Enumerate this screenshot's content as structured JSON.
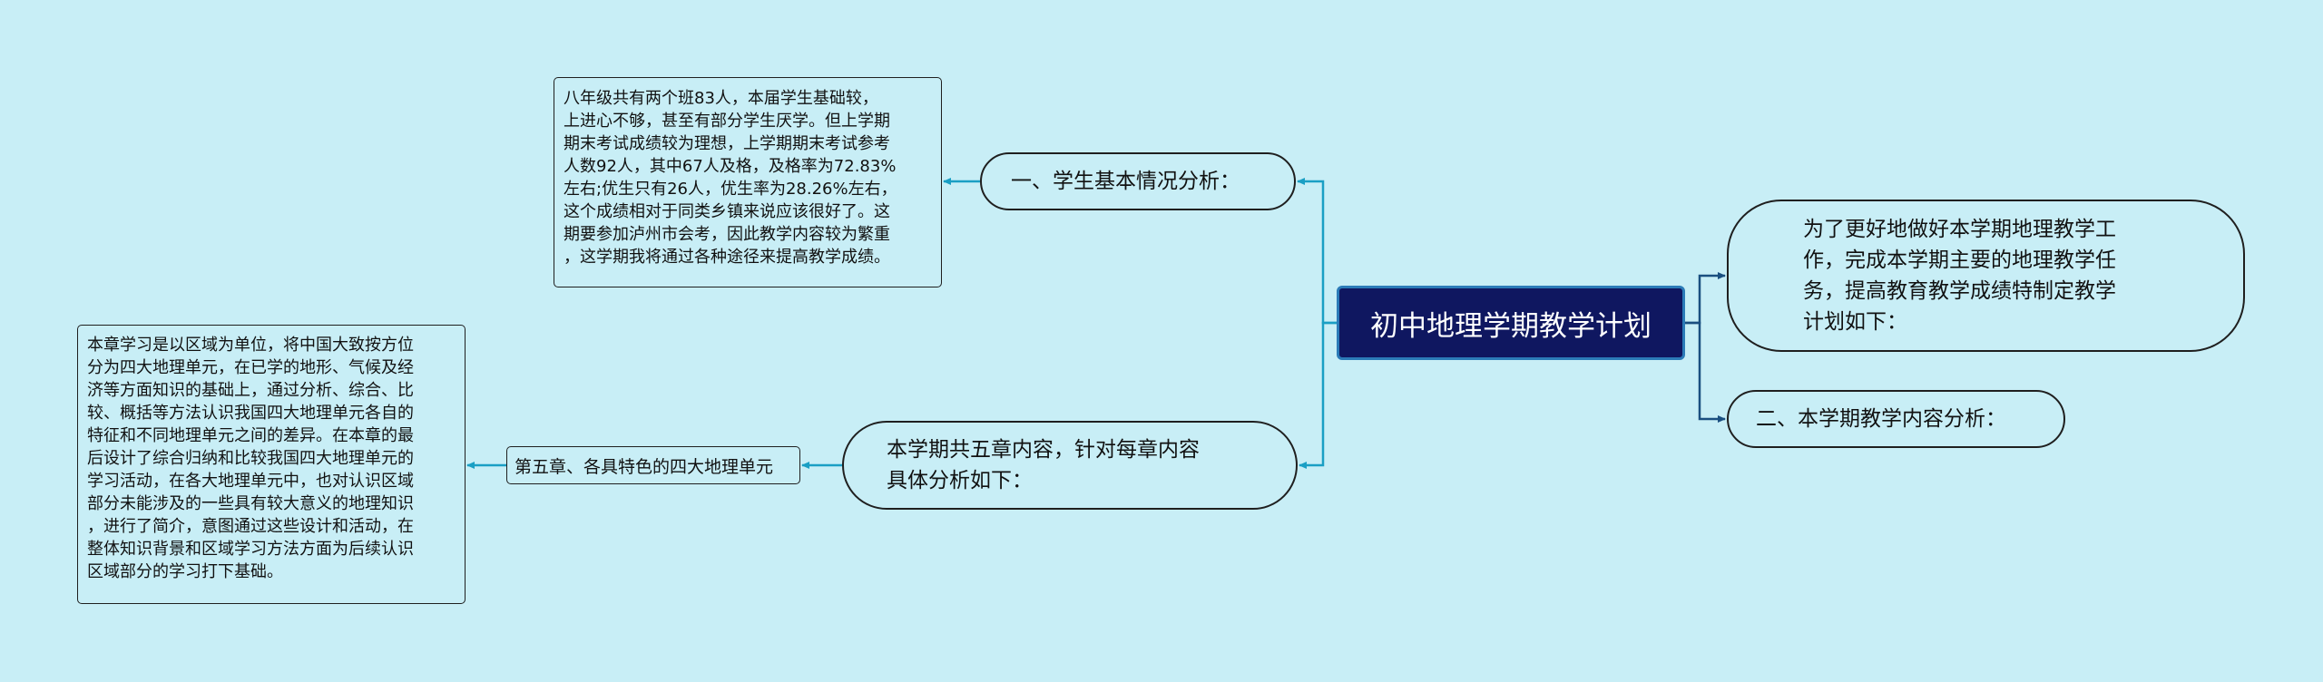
{
  "mindmap": {
    "root": "初中地理学期教学计划",
    "right": {
      "intro": "为了更好地做好本学期地理教学工\n作，完成本学期主要的地理教学任\n务，提高教育教学成绩特制定教学\n计划如下：",
      "content_analysis": "二、本学期教学内容分析："
    },
    "left": {
      "students": "一、学生基本情况分析：",
      "students_detail": "八年级共有两个班83人，本届学生基础较，\n上进心不够，甚至有部分学生厌学。但上学期\n期末考试成绩较为理想，上学期期末考试参考\n人数92人，其中67人及格，及格率为72.83%\n左右;优生只有26人，优生率为28.26%左右，\n这个成绩相对于同类乡镇来说应该很好了。这\n期要参加泸州市会考，因此教学内容较为繁重\n，这学期我将通过各种途径来提高教学成绩。",
      "five_chapters": "本学期共五章内容，针对每章内容\n具体分析如下：",
      "chapter5": "第五章、各具特色的四大地理单元",
      "chapter5_detail": "本章学习是以区域为单位，将中国大致按方位\n分为四大地理单元，在已学的地形、气候及经\n济等方面知识的基础上，通过分析、综合、比\n较、概括等方法认识我国四大地理单元各自的\n特征和不同地理单元之间的差异。在本章的最\n后设计了综合归纳和比较我国四大地理单元的\n学习活动，在各大地理单元中，也对认识区域\n部分未能涉及的一些具有较大意义的地理知识\n，进行了简介，意图通过这些设计和活动，在\n整体知识背景和区域学习方法方面为后续认识\n区域部分的学习打下基础。"
    }
  },
  "colors": {
    "background": "#c8eef6",
    "root_fill": "#0f1760",
    "left_link": "#1a9fc4",
    "right_link": "#1a4f80"
  }
}
